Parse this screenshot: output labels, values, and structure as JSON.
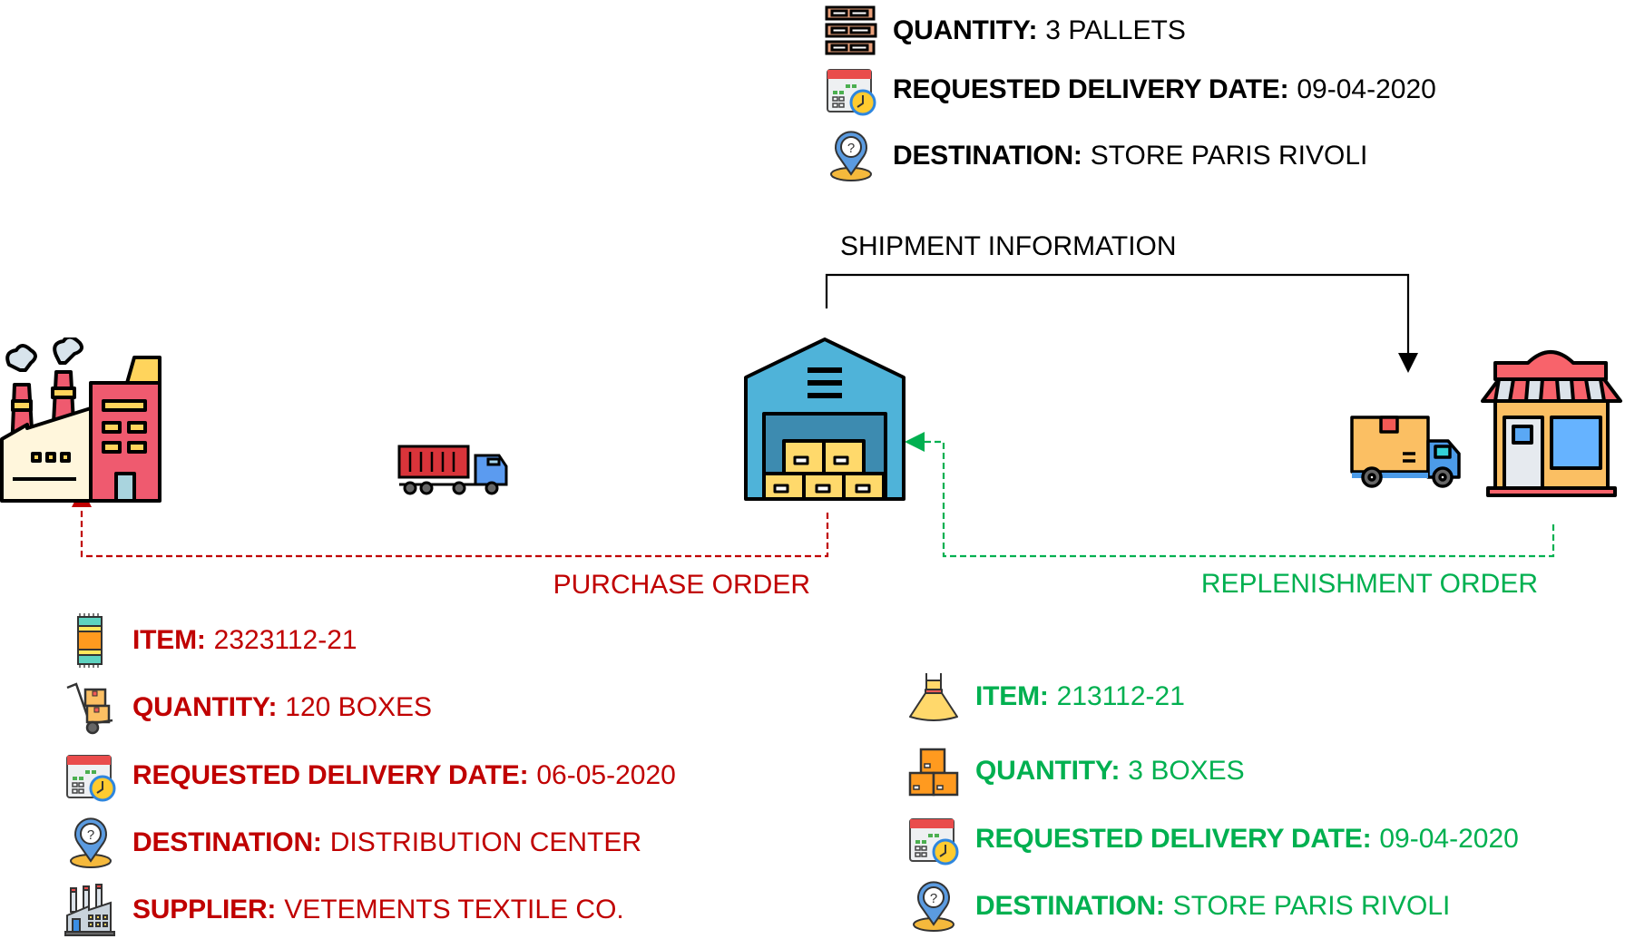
{
  "colors": {
    "shipment": "#000000",
    "purchase_order": "#C00000",
    "replenishment_order": "#00B050"
  },
  "nodes": {
    "supplier": {
      "icon": "factory-icon"
    },
    "transport": {
      "icon": "container-truck-icon"
    },
    "distribution_center": {
      "icon": "warehouse-icon"
    },
    "delivery": {
      "icon": "delivery-truck-icon"
    },
    "store": {
      "icon": "store-icon"
    }
  },
  "shipment": {
    "caption": "SHIPMENT INFORMATION",
    "details": [
      {
        "icon": "pallets-icon",
        "label": "QUANTITY:",
        "value": "3 PALLETS"
      },
      {
        "icon": "calendar-clock-icon",
        "label": "REQUESTED DELIVERY DATE:",
        "value": "09-04-2020"
      },
      {
        "icon": "location-pin-icon",
        "label": "DESTINATION:",
        "value": "STORE PARIS RIVOLI"
      }
    ]
  },
  "purchase_order": {
    "caption": "PURCHASE ORDER",
    "details": [
      {
        "icon": "fabric-roll-icon",
        "label": "ITEM:",
        "value": "2323112-21"
      },
      {
        "icon": "hand-truck-icon",
        "label": "QUANTITY:",
        "value": "120 BOXES"
      },
      {
        "icon": "calendar-clock-icon",
        "label": "REQUESTED DELIVERY DATE:",
        "value": "06-05-2020"
      },
      {
        "icon": "location-pin-icon",
        "label": "DESTINATION:",
        "value": "DISTRIBUTION CENTER"
      },
      {
        "icon": "factory-small-icon",
        "label": "SUPPLIER:",
        "value": "VETEMENTS TEXTILE CO."
      }
    ]
  },
  "replenishment_order": {
    "caption": "REPLENISHMENT ORDER",
    "details": [
      {
        "icon": "dress-icon",
        "label": "ITEM:",
        "value": "213112-21"
      },
      {
        "icon": "stacked-boxes-icon",
        "label": "QUANTITY:",
        "value": "3 BOXES"
      },
      {
        "icon": "calendar-clock-icon",
        "label": "REQUESTED DELIVERY DATE:",
        "value": "09-04-2020"
      },
      {
        "icon": "location-pin-icon",
        "label": "DESTINATION:",
        "value": "STORE PARIS RIVOLI"
      }
    ]
  }
}
